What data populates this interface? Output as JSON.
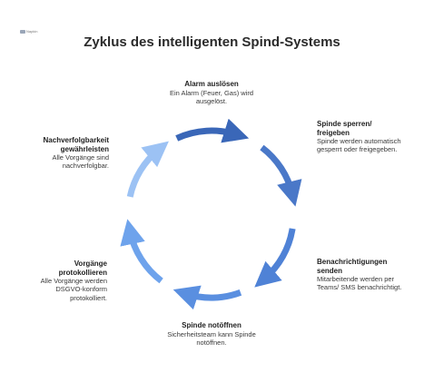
{
  "logo": {
    "text": "Napkin"
  },
  "title": "Zyklus des intelligenten Spind-Systems",
  "steps": [
    {
      "heading": "Alarm auslösen",
      "description": "Ein Alarm (Feuer, Gas) wird ausgelöst."
    },
    {
      "heading": "Spinde sperren/ freigeben",
      "description": "Spinde werden automatisch gesperrt oder freigegeben."
    },
    {
      "heading": "Benachrichtigungen senden",
      "description": "Mitarbeitende werden per Teams/ SMS benachrichtigt."
    },
    {
      "heading": "Spinde notöffnen",
      "description": "Sicherheitsteam kann Spinde notöffnen."
    },
    {
      "heading": "Vorgänge protokollieren",
      "description": "Alle Vorgänge werden DSGVO-konform protokolliert."
    },
    {
      "heading": "Nachverfolgbarkeit gewährleisten",
      "description": "Alle Vorgänge sind nachverfolgbar."
    }
  ],
  "colors": {
    "arc1": "#3a67b8",
    "arc2": "#4a78c8",
    "arc3": "#4f82d6",
    "arc4": "#5a8fe0",
    "arc5": "#6ea3ec",
    "arc6": "#9cc2f4"
  }
}
